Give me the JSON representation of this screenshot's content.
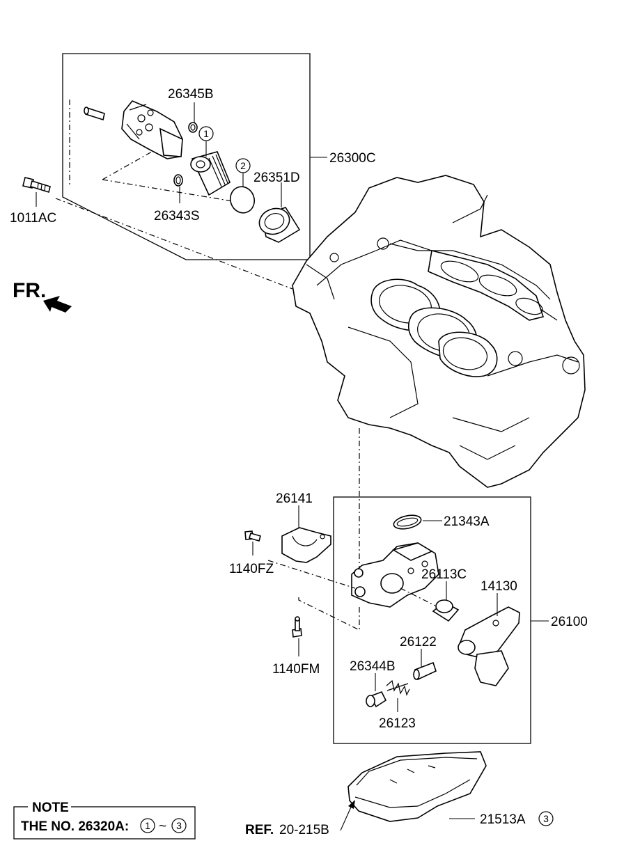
{
  "orientation_label": "FR.",
  "labels": {
    "p26345B": "26345B",
    "p26300C": "26300C",
    "p26351D": "26351D",
    "p26343S": "26343S",
    "p1011AC": "1011AC",
    "p26141": "26141",
    "p1140FZ": "1140FZ",
    "p21343A": "21343A",
    "p26113C": "26113C",
    "p14130": "14130",
    "p26100": "26100",
    "p26122": "26122",
    "p26344B": "26344B",
    "p1140FM": "1140FM",
    "p26123": "26123",
    "p21513A": "21513A",
    "ref": "REF.",
    "ref_num": "20-215B"
  },
  "callouts": {
    "c1": "1",
    "c2": "2",
    "c3": "3",
    "note_c1": "1",
    "note_c3": "3"
  },
  "note": {
    "title": "NOTE",
    "text_prefix": "THE NO. 26320A:",
    "tilde": "~"
  }
}
